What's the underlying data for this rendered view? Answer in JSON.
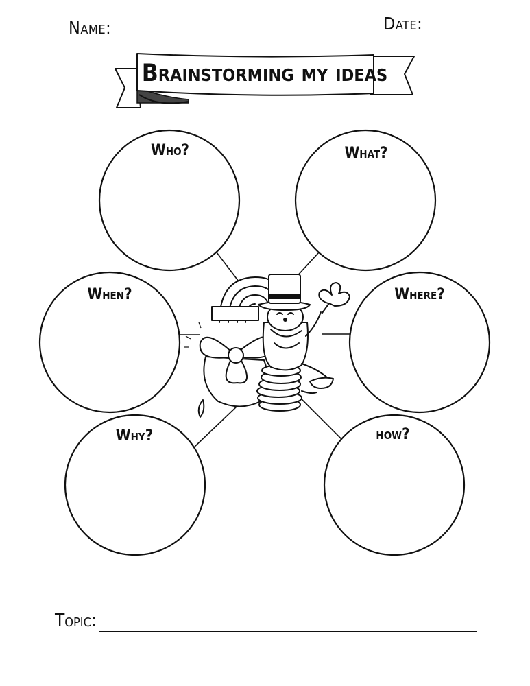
{
  "header": {
    "name_label": "Name:",
    "date_label": "Date:",
    "title": "Brainstorming my ideas"
  },
  "bubbles": {
    "who": "Who?",
    "what": "What?",
    "when": "When?",
    "where": "Where?",
    "why": "Why?",
    "how": "how?"
  },
  "footer": {
    "topic_label": "Topic:"
  },
  "illustration": {
    "icon": "leprechaun-with-rainbow-pot-and-coins-icon"
  }
}
